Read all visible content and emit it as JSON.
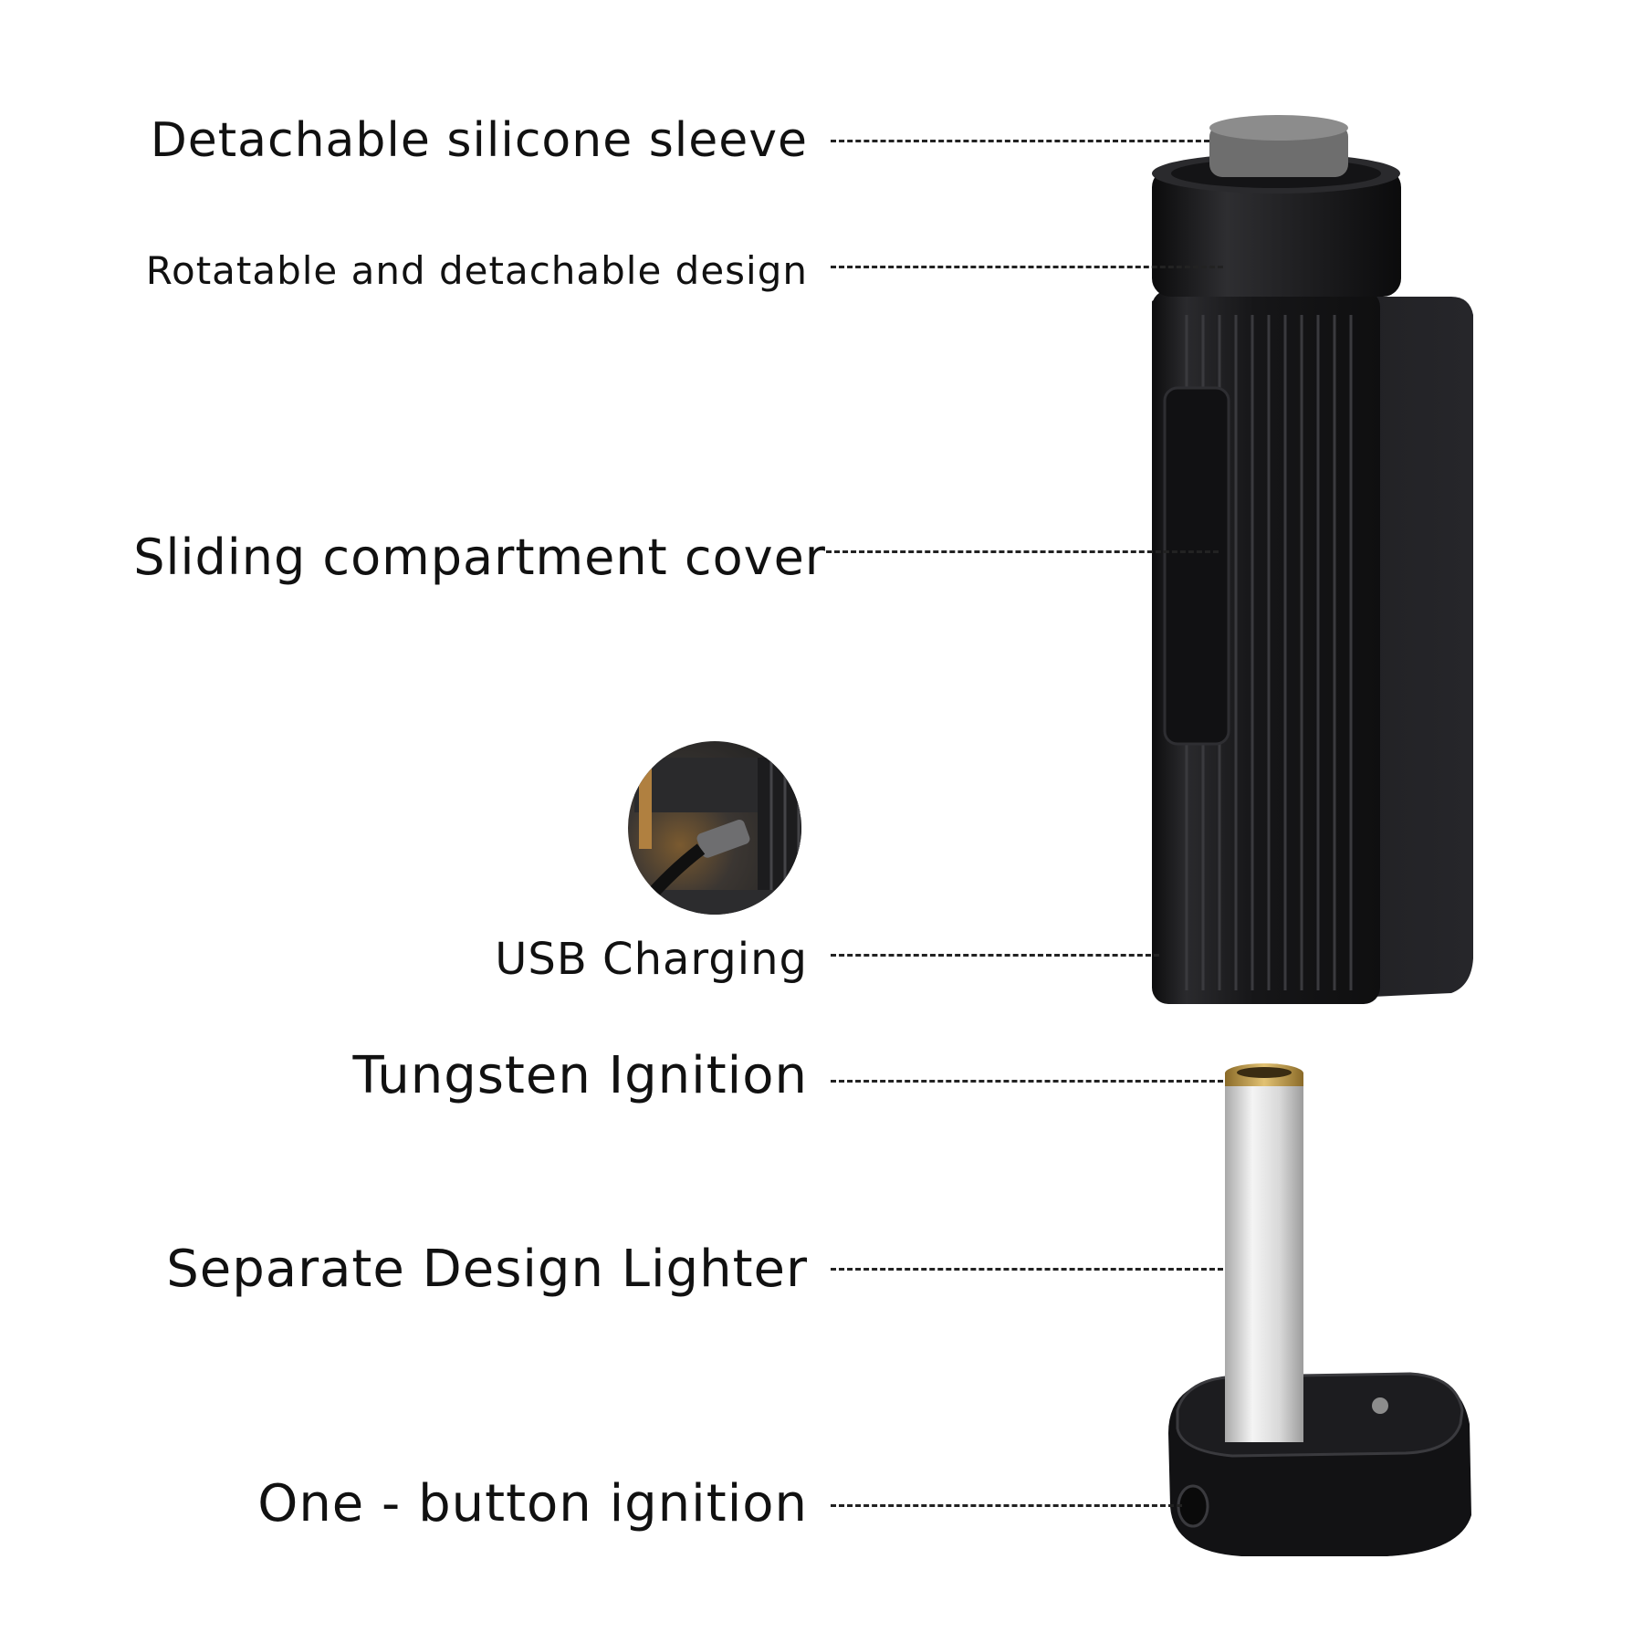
{
  "callouts": [
    {
      "id": "silicone-sleeve",
      "text": "Detachable silicone sleeve"
    },
    {
      "id": "rotatable-design",
      "text": "Rotatable and detachable design"
    },
    {
      "id": "sliding-cover",
      "text": "Sliding compartment cover"
    },
    {
      "id": "usb-charging",
      "text": "USB Charging"
    },
    {
      "id": "tungsten-ignition",
      "text": "Tungsten Ignition"
    },
    {
      "id": "separate-lighter",
      "text": "Separate Design Lighter"
    },
    {
      "id": "one-button-ignition",
      "text": "One - button ignition"
    }
  ],
  "colors": {
    "body": "#1b1b1d",
    "body_highlight": "#3a3a3e",
    "sleeve": "#6b6b6b",
    "tube": "#dcdcdc",
    "gold_ring": "#c9a24a",
    "leader": "#222222",
    "text": "#111111"
  },
  "icons": [
    "usb-port-closeup",
    "lighter-body",
    "heating-tube",
    "ignition-base",
    "ignition-button-icon"
  ]
}
